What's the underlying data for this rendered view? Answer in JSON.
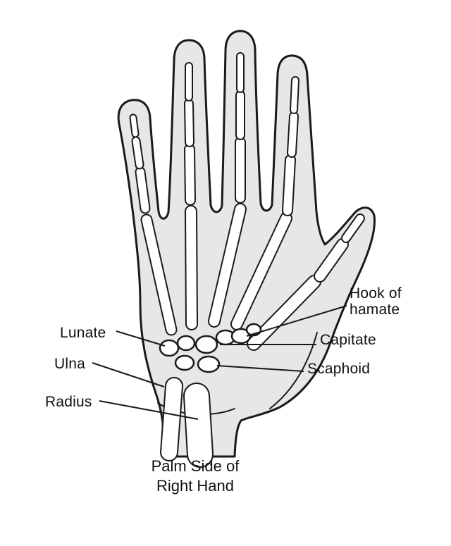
{
  "diagram": {
    "caption": {
      "line1": "Palm Side of",
      "line2": "Right Hand"
    },
    "labels": {
      "hook_of_hamate": {
        "line1": "Hook of",
        "line2": "hamate"
      },
      "capitate": "Capitate",
      "scaphoid": "Scaphoid",
      "lunate": "Lunate",
      "ulna": "Ulna",
      "radius": "Radius"
    },
    "colors": {
      "line": "#1a1a1a",
      "hand_fill": "#e7e7e7",
      "bone_fill": "#ffffff",
      "background": "#ffffff"
    }
  }
}
